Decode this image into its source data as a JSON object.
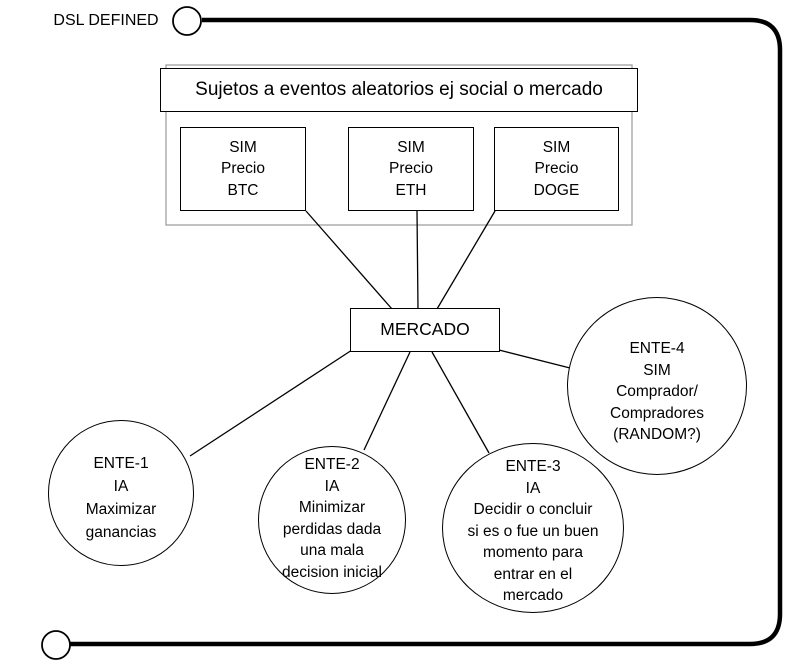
{
  "frame": {
    "label": "DSL DEFINED"
  },
  "group": {
    "title": "Sujetos a eventos aleatorios ej social o mercado",
    "sims": [
      {
        "lines": [
          "SIM",
          "Precio",
          "BTC"
        ]
      },
      {
        "lines": [
          "SIM",
          "Precio",
          "ETH"
        ]
      },
      {
        "lines": [
          "SIM",
          "Precio",
          "DOGE"
        ]
      }
    ]
  },
  "hub": {
    "label": "MERCADO"
  },
  "entes": [
    {
      "lines": [
        "ENTE-1",
        "IA",
        "Maximizar",
        "ganancias"
      ]
    },
    {
      "lines": [
        "ENTE-2",
        "IA",
        "Minimizar",
        "perdidas dada",
        "una mala",
        "decision inicial"
      ]
    },
    {
      "lines": [
        "ENTE-3",
        "IA",
        "Decidir o concluir",
        "si es o fue un buen",
        "momento para",
        "entrar en el",
        "mercado"
      ]
    },
    {
      "lines": [
        "ENTE-4",
        "SIM",
        "Comprador/",
        "Compradores",
        "(RANDOM?)"
      ]
    }
  ]
}
